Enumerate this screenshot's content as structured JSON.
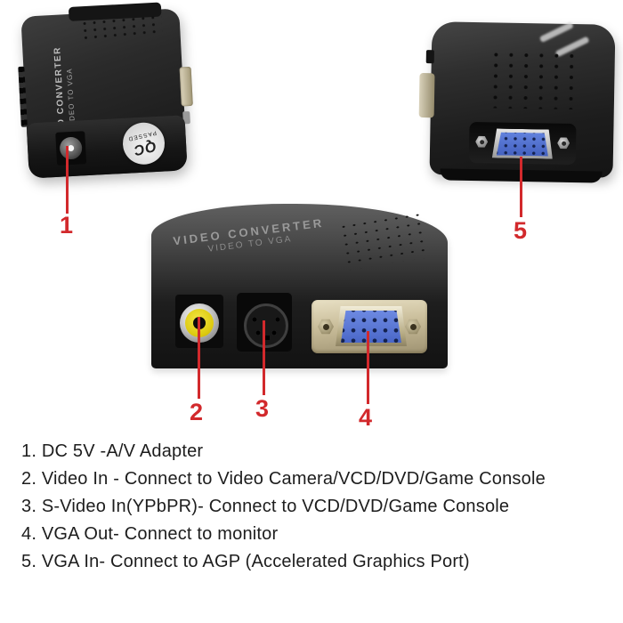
{
  "product": {
    "device_label_line1": "VIDEO CONVERTER",
    "device_label_line2": "VIDEO TO VGA",
    "qc_sticker_line1": "QC",
    "qc_sticker_line2": "PASSED"
  },
  "callouts": {
    "n1": "1",
    "n2": "2",
    "n3": "3",
    "n4": "4",
    "n5": "5"
  },
  "legend": {
    "items": [
      {
        "label": "1. DC 5V -A/V Adapter"
      },
      {
        "label": "2. Video In - Connect to Video Camera/VCD/DVD/Game Console"
      },
      {
        "label": "3. S-Video In(YPbPR)- Connect to VCD/DVD/Game Console"
      },
      {
        "label": "4. VGA Out- Connect to monitor"
      },
      {
        "label": "5. VGA In- Connect to AGP (Accelerated Graphics Port)"
      }
    ]
  },
  "colors": {
    "annotation_red": "#d2292c",
    "vga_blue": "#4c6cd2",
    "rca_yellow": "#ddca10",
    "text": "#1d1d1d"
  }
}
